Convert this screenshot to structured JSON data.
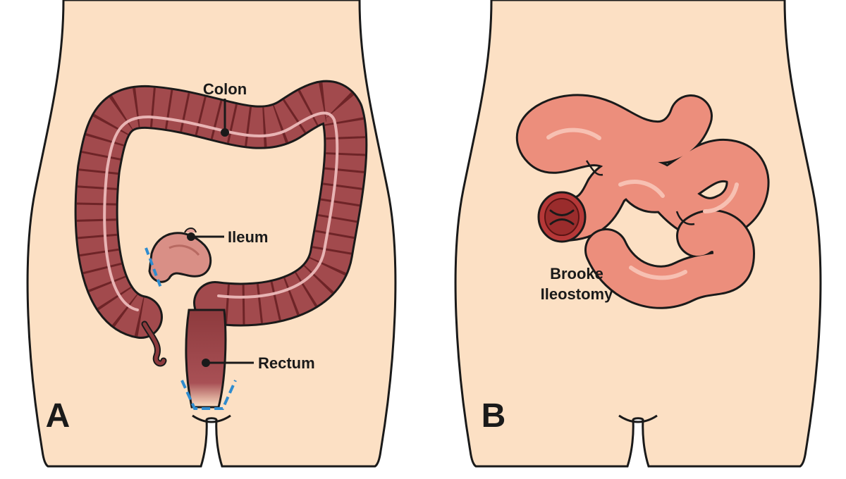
{
  "panels": {
    "a": {
      "letter": "A",
      "labels": {
        "colon": "Colon",
        "ileum": "Ileum",
        "rectum": "Rectum"
      }
    },
    "b": {
      "letter": "B",
      "labels": {
        "ileostomy_line1": "Brooke",
        "ileostomy_line2": "Ileostomy"
      }
    }
  },
  "colors": {
    "skin": "#fce0c4",
    "outline": "#1a1a1a",
    "colon": "#a24a4d",
    "colon_dark": "#6e2427",
    "colon_highlight": "#e8b4b4",
    "small_intestine": "#ec8e7c",
    "small_intestine_highlight": "#f7c0b2",
    "stoma": "#b63838",
    "resection_line": "#2f8ccf"
  }
}
